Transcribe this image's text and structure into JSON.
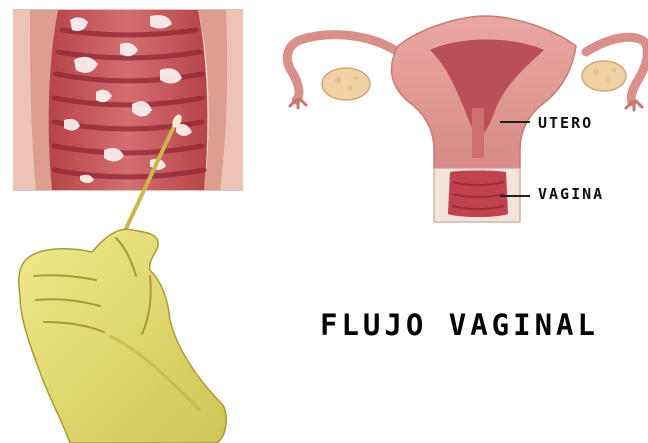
{
  "diagram": {
    "title": "FLUJO VAGINAL",
    "labels": {
      "utero": "UTERO",
      "vagina": "VAGINA"
    },
    "colors": {
      "tissue": "#c9595e",
      "tissue_dark": "#a2313b",
      "tissue_light": "#f0c7c3",
      "mucus": "#f7f0ef",
      "glove": "#e7e07a",
      "glove_shadow": "#b9ad45",
      "swab": "#cdbb50",
      "leader_line": "#222222"
    },
    "icons": [
      "vaginal-wall-closeup-illustration",
      "uterus-anatomy-illustration",
      "gloved-hand-icon",
      "swab-icon"
    ]
  }
}
